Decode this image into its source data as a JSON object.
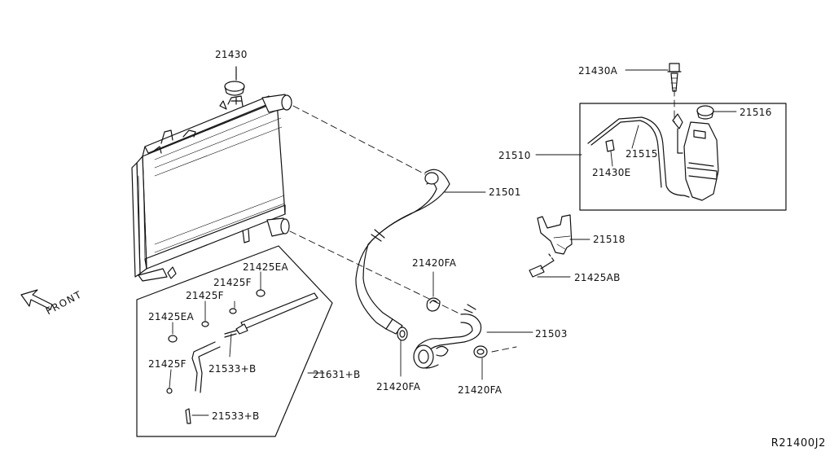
{
  "labels": {
    "p21430": "21430",
    "p21430A": "21430A",
    "p21516": "21516",
    "p21510": "21510",
    "p21515": "21515",
    "p21430E": "21430E",
    "p21501": "21501",
    "p21518": "21518",
    "p21425AB": "21425AB",
    "p21420FA_top": "21420FA",
    "p21503": "21503",
    "p21420FA_left": "21420FA",
    "p21420FA_right": "21420FA",
    "p21425EA_top": "21425EA",
    "p21425F_top": "21425F",
    "p21425F_mid": "21425F",
    "p21425EA_left": "21425EA",
    "p21425F_left": "21425F",
    "p21533B_upper": "21533+B",
    "p21631B": "21631+B",
    "p21533B_lower": "21533+B"
  },
  "front_label": "FRONT",
  "diagram_code": "R21400J2"
}
